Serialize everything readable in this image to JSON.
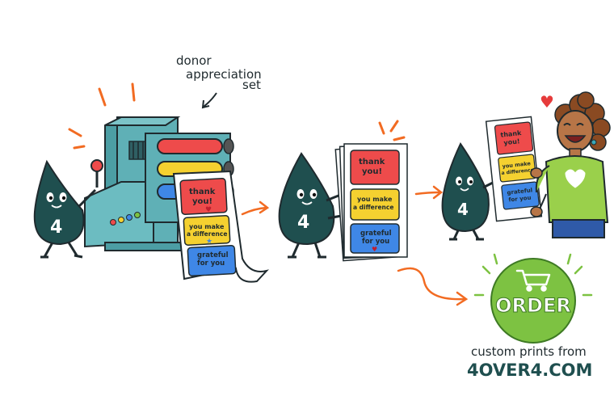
{
  "annotation": {
    "line1": "donor",
    "line2": "appreciation",
    "line3": "set"
  },
  "sticker": {
    "thank": "thank",
    "you": "you!",
    "make1": "you make",
    "make2": "a difference",
    "grateful1": "grateful",
    "grateful2": "for you"
  },
  "mascot_number": "4",
  "order": {
    "button_label": "ORDER",
    "caption": "custom prints from",
    "site": "4OVER4.COM"
  },
  "colors": {
    "ink": "#1f2a2e",
    "drop": "#1f4f4f",
    "machine": "#5fb0b6",
    "red": "#ee4b4b",
    "yellow": "#f5d130",
    "blue": "#3f87e6",
    "green": "#7dc242",
    "orange": "#f26b22",
    "sweater": "#9ad04b"
  }
}
